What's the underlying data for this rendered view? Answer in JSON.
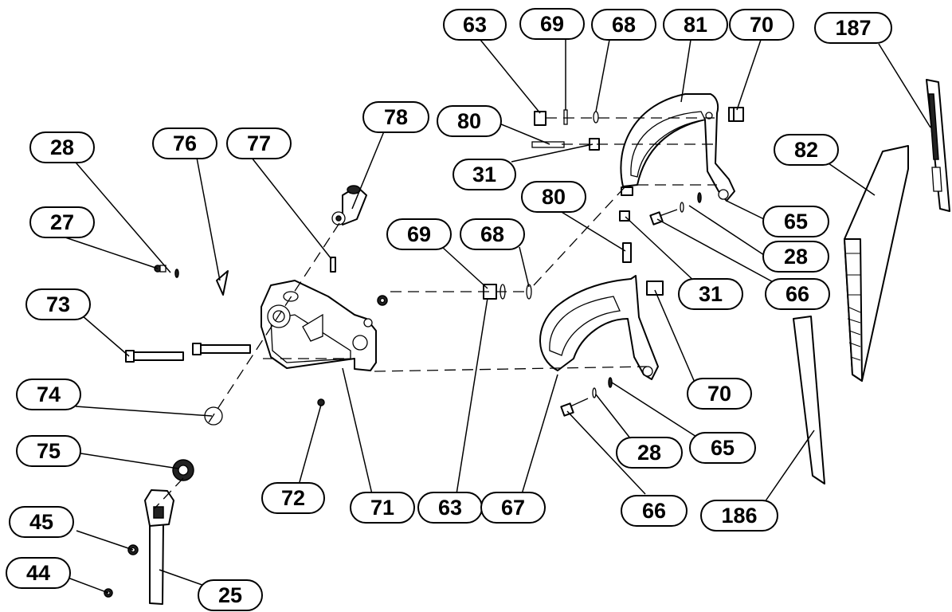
{
  "diagram": {
    "callouts": [
      "63",
      "69",
      "68",
      "81",
      "70",
      "187",
      "80",
      "31",
      "80",
      "82",
      "65",
      "28",
      "31",
      "66",
      "78",
      "28",
      "76",
      "77",
      "27",
      "69",
      "68",
      "73",
      "70",
      "74",
      "28",
      "65",
      "75",
      "72",
      "71",
      "63",
      "67",
      "66",
      "186",
      "45",
      "44",
      "25"
    ]
  }
}
